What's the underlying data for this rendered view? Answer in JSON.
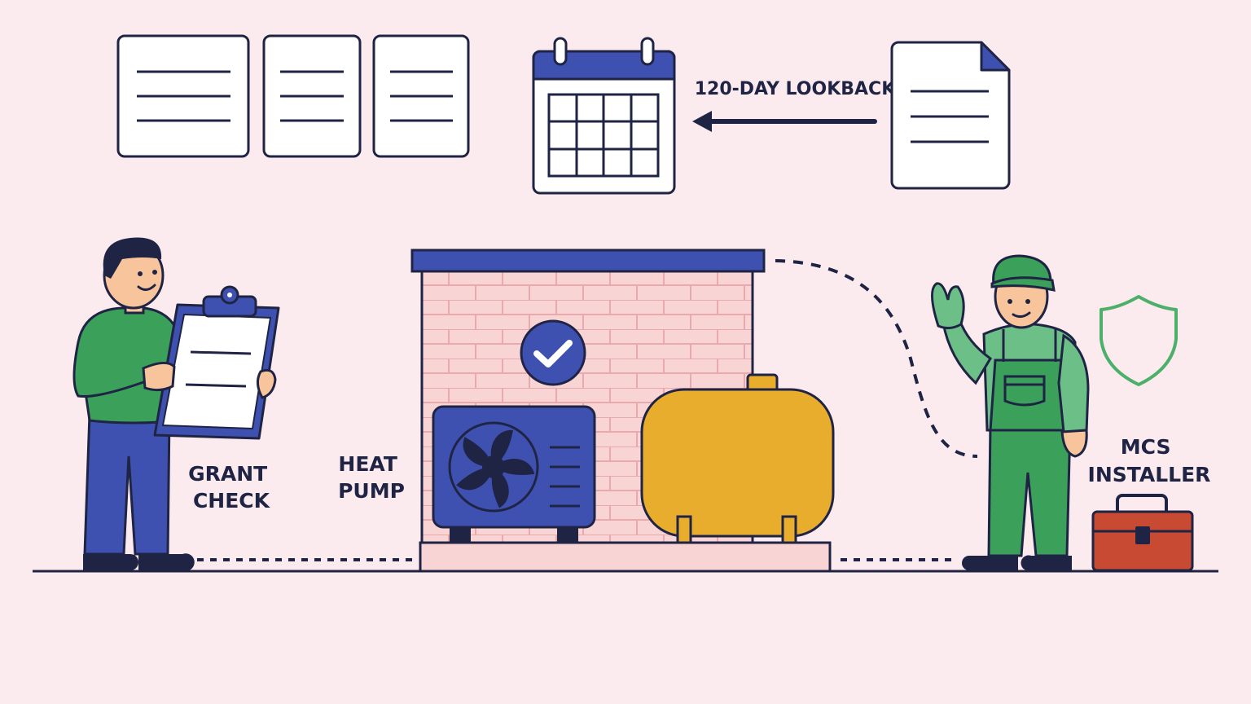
{
  "labels": {
    "lookback": "120-DAY LOOKBACK",
    "grant_check": [
      "GRANT",
      "CHECK"
    ],
    "heat_pump": [
      "HEAT",
      "PUMP"
    ],
    "mcs_installer": [
      "MCS",
      "INSTALLER"
    ]
  },
  "colors": {
    "background": "#fcebee",
    "outline": "#1f2444",
    "blue": "#3f51b0",
    "green": "#3aa05a",
    "brick": "#f9d4d4",
    "brick_line": "#eaa9ad",
    "tank": "#e9ad2e",
    "toolbox": "#c94a32",
    "shield": "#4caf6a"
  },
  "icons": [
    "document-icon",
    "calendar-icon",
    "arrow-left-icon",
    "file-icon",
    "clipboard-icon",
    "checkmark-badge-icon",
    "fan-icon",
    "shield-icon",
    "toolbox-icon"
  ]
}
